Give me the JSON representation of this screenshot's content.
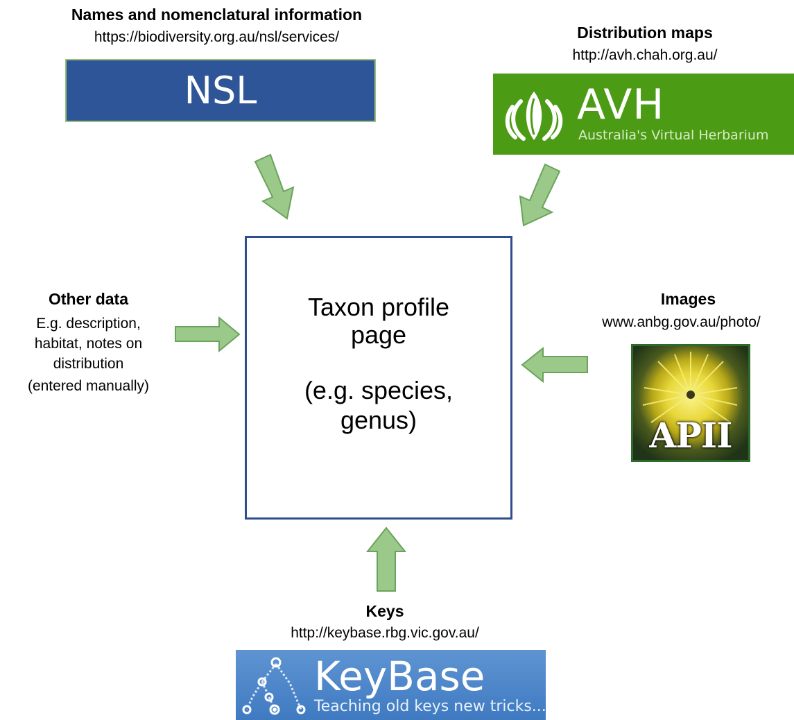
{
  "nsl": {
    "title": "Names and nomenclatural information",
    "url": "https://biodiversity.org.au/nsl/services/",
    "logo_text": "NSL"
  },
  "avh": {
    "title": "Distribution maps",
    "url": "http://avh.chah.org.au/",
    "logo_text": "AVH",
    "logo_subtitle": "Australia's Virtual Herbarium"
  },
  "center": {
    "line1": "Taxon profile",
    "line2": "page",
    "line3": "(e.g. species,",
    "line4": "genus)"
  },
  "other": {
    "title": "Other data",
    "line1": "E.g. description,",
    "line2": "habitat, notes on",
    "line3": "distribution",
    "line4": "(entered manually)"
  },
  "images": {
    "title": "Images",
    "url": "www.anbg.gov.au/photo/",
    "logo_text": "APII"
  },
  "keys": {
    "title": "Keys",
    "url": "http://keybase.rbg.vic.gov.au/",
    "logo_text": "KeyBase",
    "logo_subtitle": "Teaching old keys new tricks..."
  },
  "colors": {
    "arrow_fill": "#9bc98a",
    "arrow_stroke": "#6aa35c",
    "nsl_blue": "#2e5597",
    "avh_green": "#4c9b14",
    "box_border": "#2e4e8e",
    "keybase_blue": "#4a84c9"
  },
  "icons": {
    "avh": "leaf-logo-icon",
    "keybase": "tree-key-icon"
  }
}
